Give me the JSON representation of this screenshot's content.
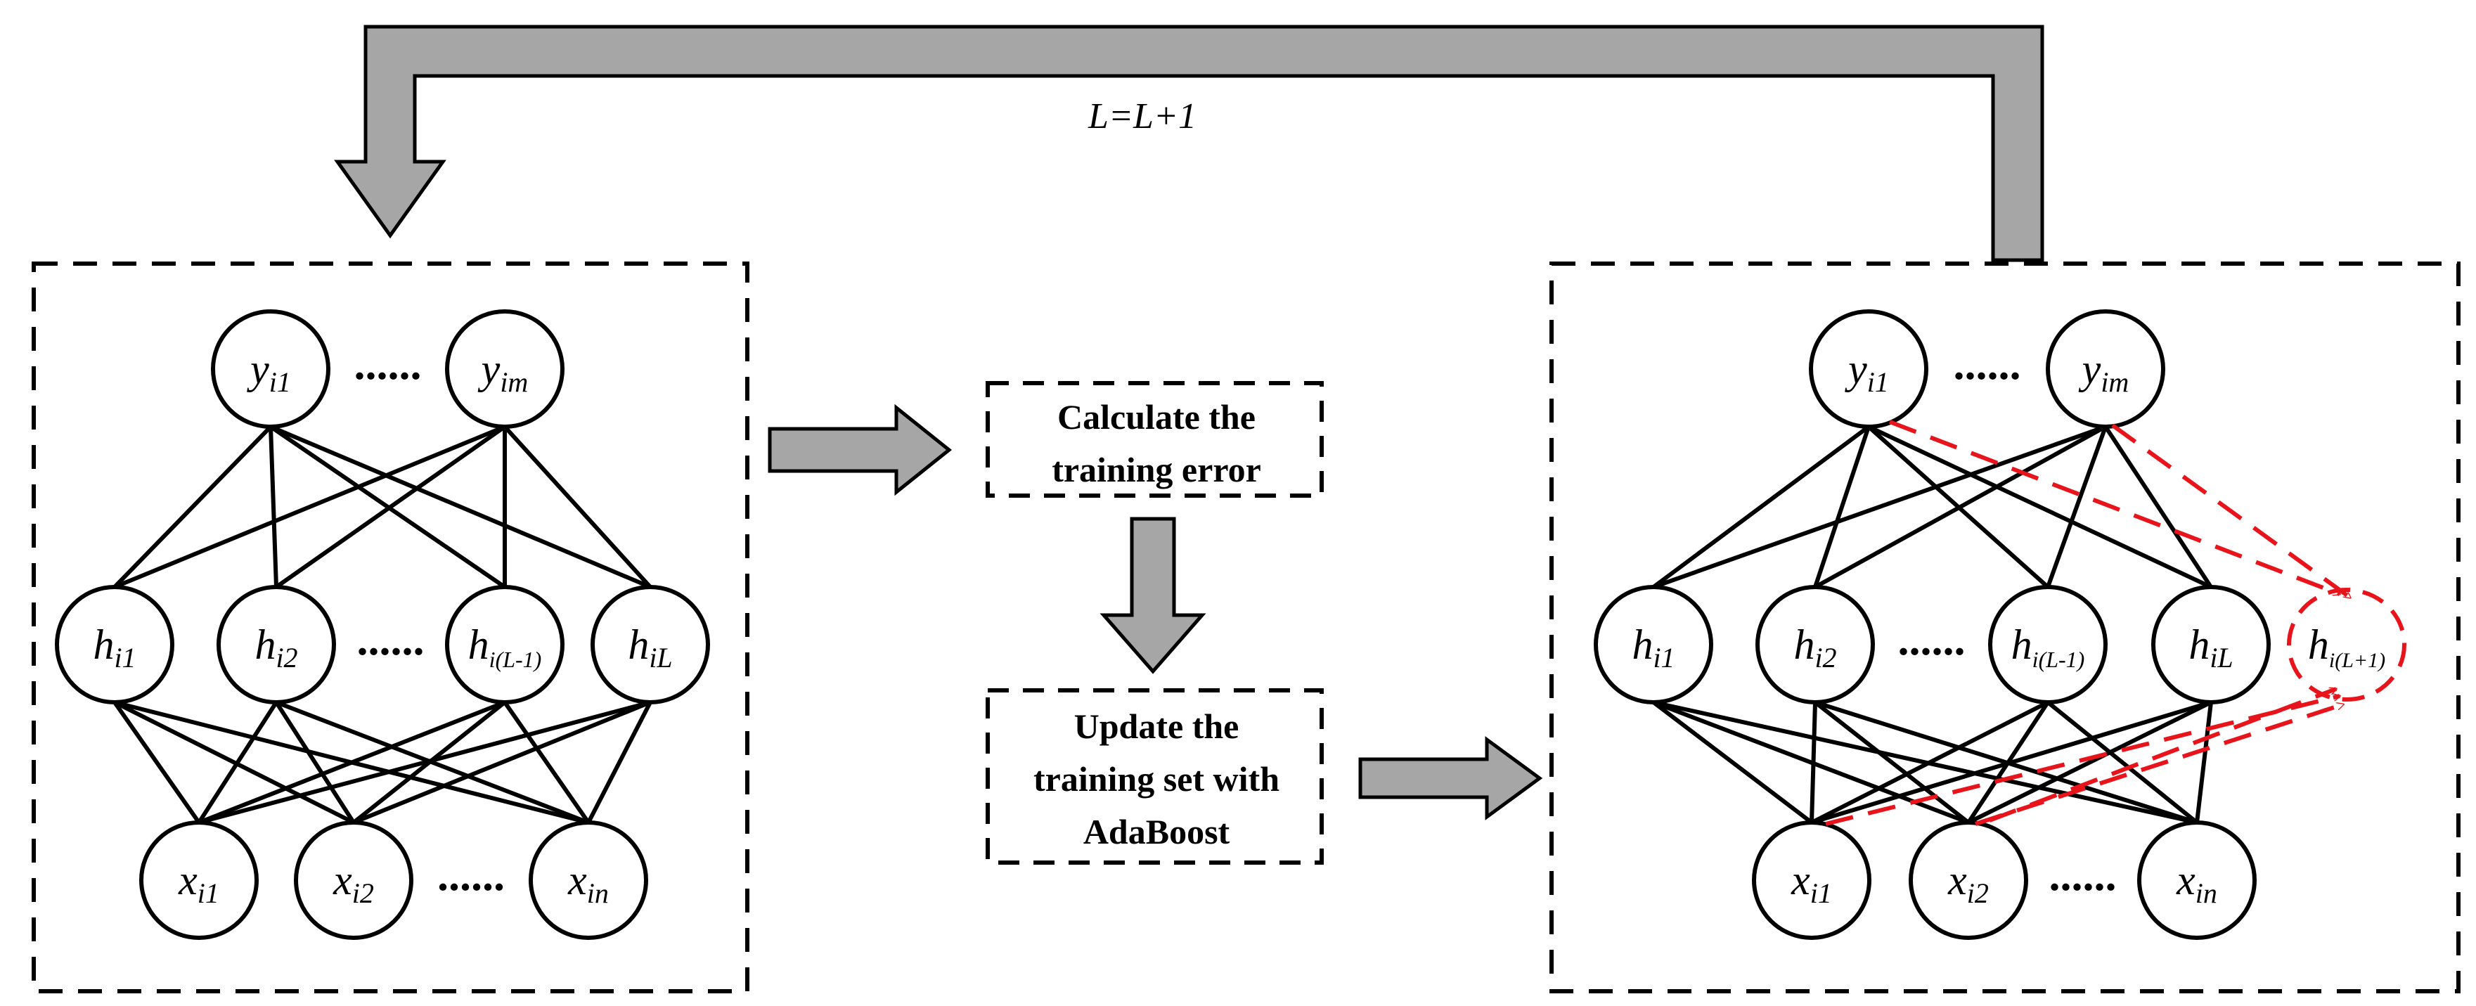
{
  "colors": {
    "line": "#000000",
    "arrow_fill": "#a6a6a6",
    "new_node": "#e8141b",
    "background": "#ffffff"
  },
  "loop_label": "L=L+1",
  "process_boxes": {
    "calculate": {
      "lines": [
        "Calculate the",
        "training error"
      ]
    },
    "update": {
      "lines": [
        "Update the",
        "training set with",
        "AdaBoost"
      ]
    }
  },
  "networks": {
    "left": {
      "outputs": [
        {
          "base": "y",
          "sub": "i1"
        },
        {
          "base": "y",
          "sub": "im"
        }
      ],
      "hidden": [
        {
          "base": "h",
          "sub": "i1"
        },
        {
          "base": "h",
          "sub": "i2"
        },
        {
          "base": "h",
          "sub": "i(L-1)"
        },
        {
          "base": "h",
          "sub": "iL"
        }
      ],
      "inputs": [
        {
          "base": "x",
          "sub": "i1"
        },
        {
          "base": "x",
          "sub": "i2"
        },
        {
          "base": "x",
          "sub": "in"
        }
      ],
      "ellipsis": "......"
    },
    "right": {
      "outputs": [
        {
          "base": "y",
          "sub": "i1"
        },
        {
          "base": "y",
          "sub": "im"
        }
      ],
      "hidden": [
        {
          "base": "h",
          "sub": "i1"
        },
        {
          "base": "h",
          "sub": "i2"
        },
        {
          "base": "h",
          "sub": "i(L-1)"
        },
        {
          "base": "h",
          "sub": "iL"
        }
      ],
      "new_hidden": {
        "base": "h",
        "sub": "i(L+1)"
      },
      "inputs": [
        {
          "base": "x",
          "sub": "i1"
        },
        {
          "base": "x",
          "sub": "i2"
        },
        {
          "base": "x",
          "sub": "in"
        }
      ],
      "ellipsis": "......"
    }
  }
}
